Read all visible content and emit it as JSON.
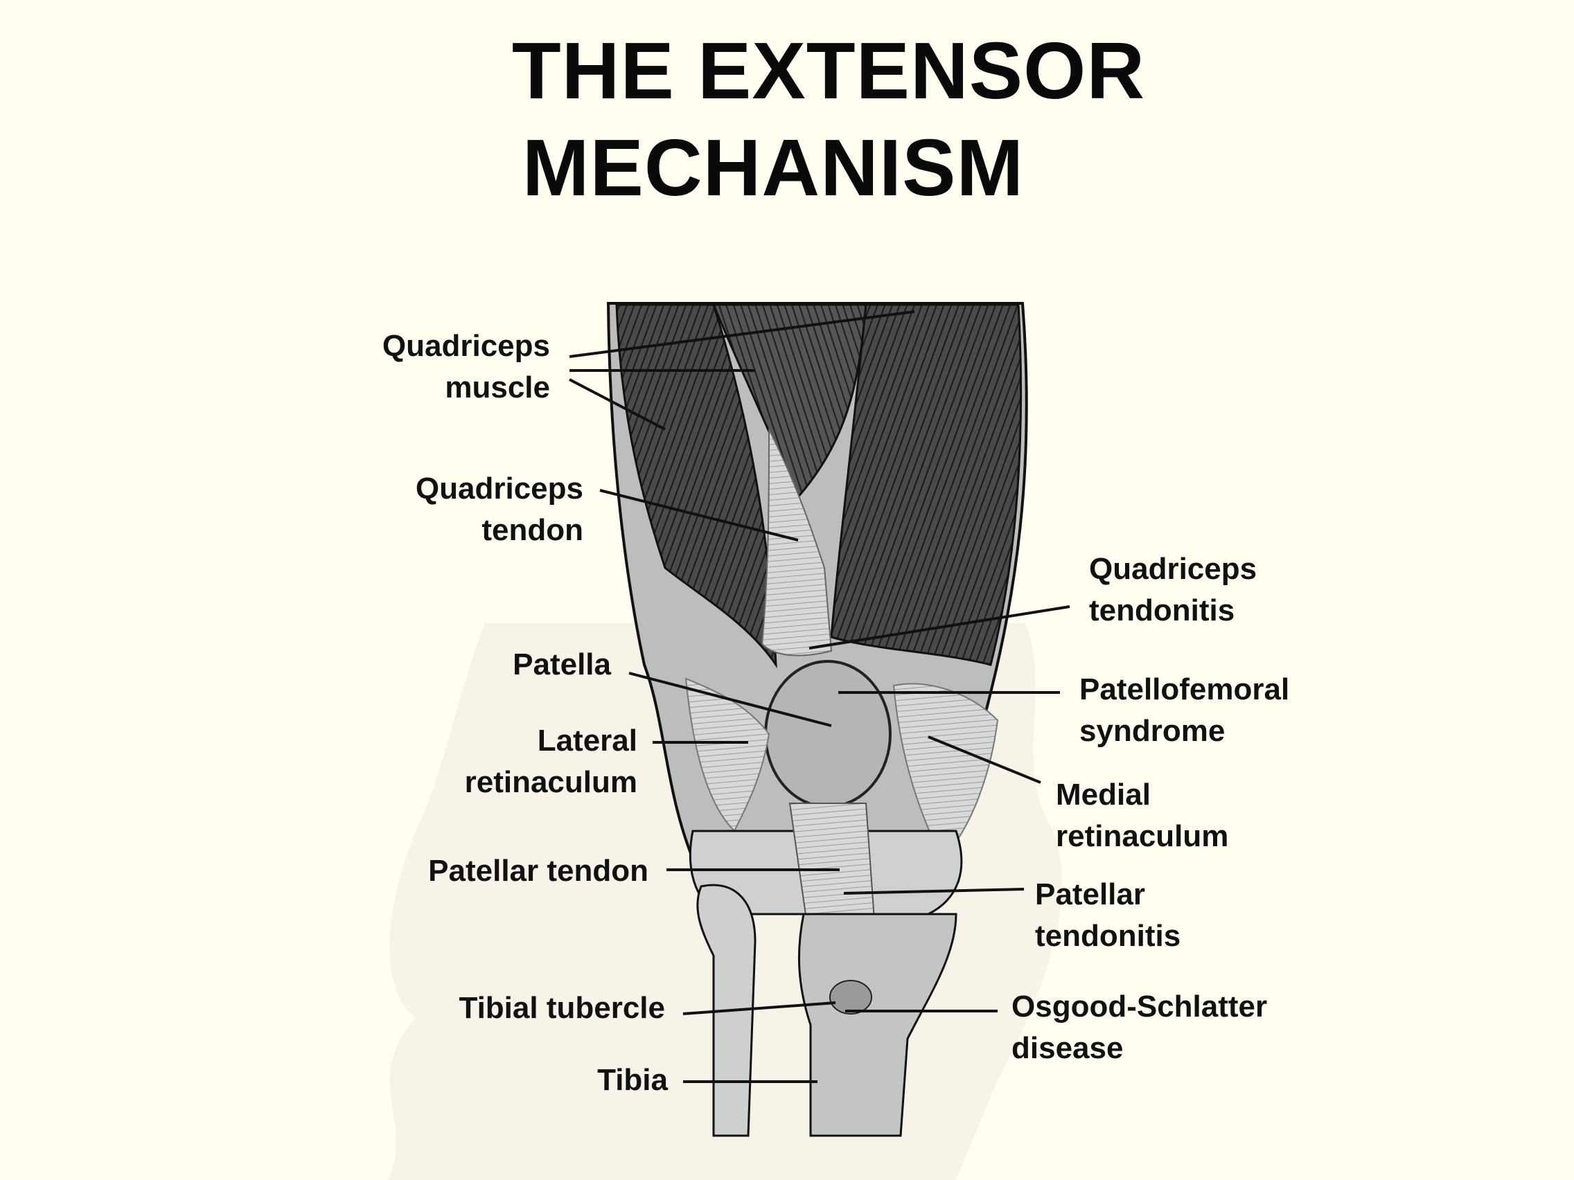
{
  "title": {
    "line1": "THE EXTENSOR",
    "line2": "MECHANISM"
  },
  "labels": {
    "quadriceps_muscle": [
      "Quadriceps",
      "muscle"
    ],
    "quadriceps_tendon": [
      "Quadriceps",
      "tendon"
    ],
    "patella": [
      "Patella"
    ],
    "lateral_retinaculum": [
      "Lateral",
      "retinaculum"
    ],
    "patellar_tendon": [
      "Patellar tendon"
    ],
    "tibial_tubercle": [
      "Tibial tubercle"
    ],
    "tibia": [
      "Tibia"
    ],
    "quadriceps_tendonitis": [
      "Quadriceps",
      "tendonitis"
    ],
    "patellofemoral_syndrome": [
      "Patellofemoral",
      "syndrome"
    ],
    "medial_retinaculum": [
      "Medial",
      "retinaculum"
    ],
    "patellar_tendonitis": [
      "Patellar",
      "tendonitis"
    ],
    "osgood_schlatter": [
      "Osgood-Schlatter",
      "disease"
    ]
  },
  "colors": {
    "paper": "#fffef0",
    "ink": "#111111",
    "muscle": "#3a3a3a",
    "bone": "#c9c9c9"
  }
}
